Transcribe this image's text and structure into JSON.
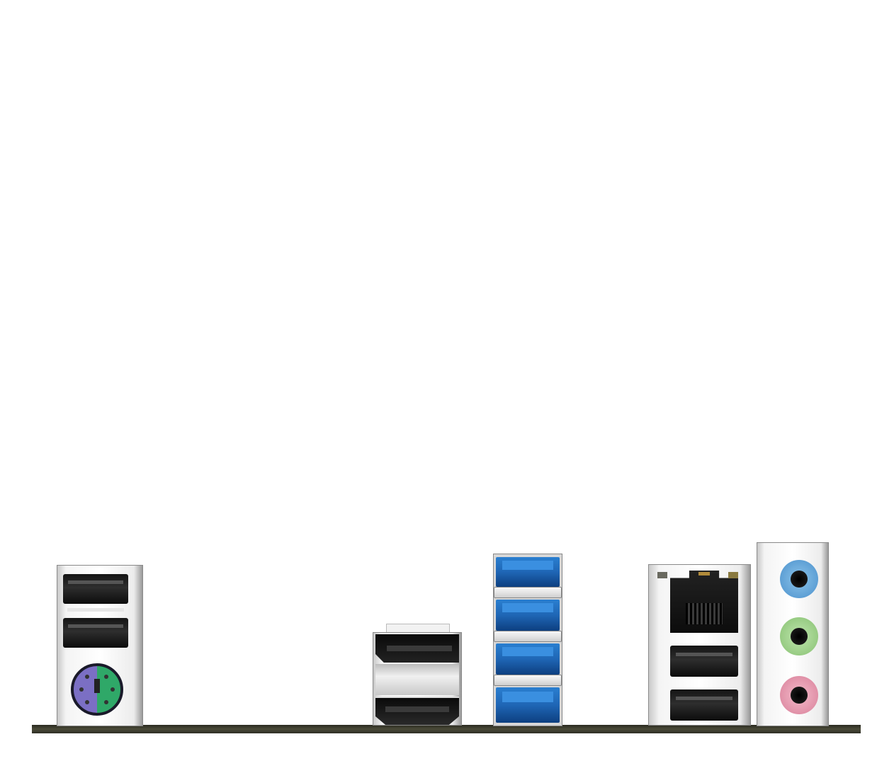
{
  "image": {
    "ports": [
      {
        "type": "usb-2.0",
        "icon": "usb-port-icon",
        "count": 2
      },
      {
        "type": "ps2-combo",
        "icon": "ps2-port-icon",
        "count": 1
      },
      {
        "type": "displayport",
        "icon": "displayport-icon",
        "count": 1
      },
      {
        "type": "hdmi",
        "icon": "hdmi-port-icon",
        "count": 1
      },
      {
        "type": "usb-3.0",
        "icon": "usb3-port-icon",
        "count": 4
      },
      {
        "type": "rj45-lan",
        "icon": "ethernet-port-icon",
        "count": 1
      },
      {
        "type": "usb-2.0",
        "icon": "usb-port-icon",
        "count": 2
      },
      {
        "type": "audio-jack",
        "icon": "audio-jack-icon",
        "count": 3
      }
    ],
    "colors": {
      "background": "#ffffff",
      "pcb": "#3a3a2c",
      "usb3_blue": "#1f66b5",
      "ps2_keyboard_purple": "#7b6fc4",
      "ps2_mouse_green": "#2fa868",
      "audio_line_in_blue": "#6aaee0",
      "audio_line_out_green": "#9fd48e",
      "audio_mic_pink": "#e89ab0"
    }
  }
}
